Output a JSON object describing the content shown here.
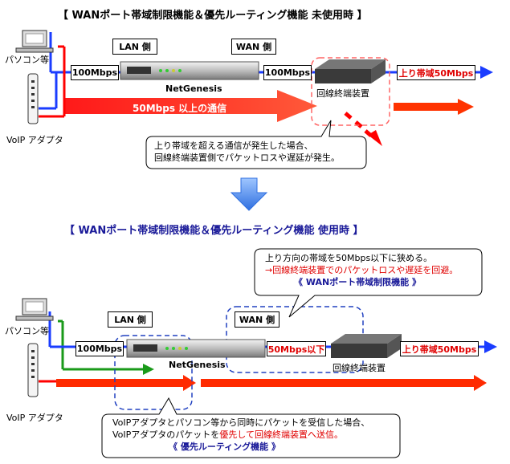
{
  "top": {
    "title": "【 WANポート帯域制限機能＆優先ルーティング機能 未使用時 】",
    "lan_label": "LAN 側",
    "wan_label": "WAN 側",
    "speed_left": "100Mbps",
    "speed_mid": "100Mbps",
    "router_name": "NetGenesis",
    "device_label": "回線終端装置",
    "upstream": "上り帯域50Mbps",
    "overflow": "50Mbps 以上の通信",
    "pc_label": "パソコン等",
    "voip_label": "VoIP アダプタ",
    "note_line1": "上り帯域を超える通信が発生した場合、",
    "note_line2": "回線終端装置側でパケットロスや遅延が発生。"
  },
  "bottom": {
    "title": "【 WANポート帯域制限機能＆優先ルーティング機能 使用時 】",
    "lan_label": "LAN 側",
    "wan_label": "WAN 側",
    "speed_left": "100Mbps",
    "limit": "50Mbps以下",
    "router_name": "NetGenesis",
    "device_label": "回線終端装置",
    "upstream": "上り帯域50Mbps",
    "pc_label": "パソコン等",
    "voip_label": "VoIP アダプタ",
    "bubble1_line1": "上り方向の帯域を50Mbps以下に狭める。",
    "bubble1_line2": "→回線終端装置でのパケットロスや遅延を回避。",
    "bubble1_feature": "《 WANポート帯域制限機能 》",
    "bubble2_line1": "VoIPアダプタとパソコン等から同時にパケットを受信した場合、",
    "bubble2_line2a": "VoIPアダプタのパケットを",
    "bubble2_line2b": "優先して回線終端装置へ送信。",
    "bubble2_feature": "《 優先ルーティング機能 》"
  },
  "colors": {
    "blue": "#1a3cff",
    "red": "#ff1a1a",
    "green": "#1a9a1a",
    "navy": "#1a1a99"
  }
}
